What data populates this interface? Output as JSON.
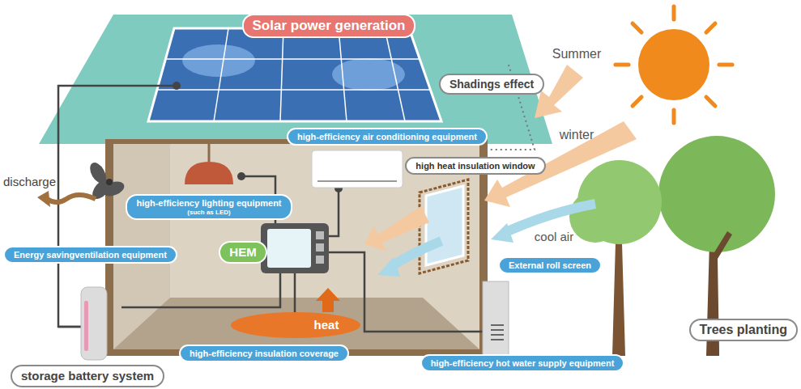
{
  "diagram": {
    "nodes": [
      {
        "text": [
          "Solar power generation"
        ]
      },
      {
        "text": [
          "Shadings effect"
        ]
      },
      {
        "text": [
          "high-efficiency air conditioning equipment"
        ]
      },
      {
        "text": [
          "high heat insulation window"
        ]
      },
      {
        "text": [
          "high-efficiency lighting equipment",
          "(such as LED)"
        ]
      },
      {
        "text": [
          "HEM"
        ]
      },
      {
        "text": [
          "Energy savingventilation equipment"
        ]
      },
      {
        "text": [
          "External roll screen"
        ]
      },
      {
        "text": [
          "Trees planting"
        ]
      },
      {
        "text": [
          "high-efficiency insulation coverage"
        ]
      },
      {
        "text": [
          "storage battery system"
        ]
      },
      {
        "text": [
          "high-efficiency hot water supply equipment"
        ]
      }
    ],
    "labels": [
      "Summer",
      "winter",
      "cool air",
      "discharge",
      "heat"
    ]
  }
}
